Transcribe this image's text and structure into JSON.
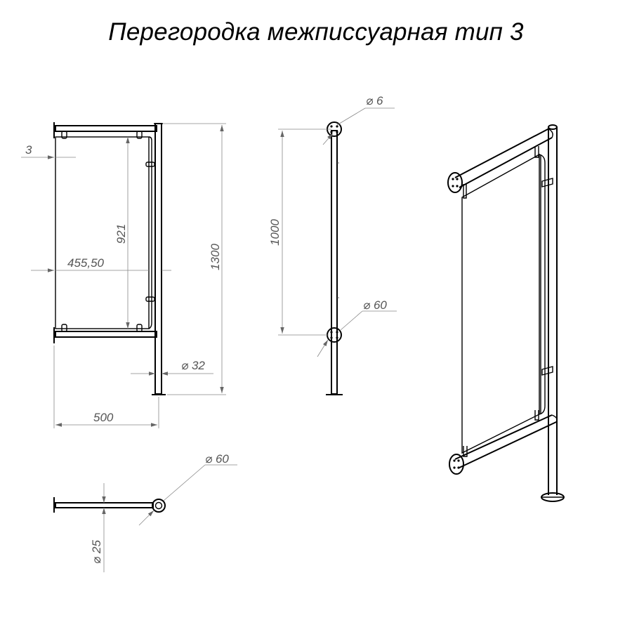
{
  "title": "Перегородка межписсуарная тип 3",
  "dimensions": {
    "thickness": "3",
    "panel_height": "921",
    "half_width": "455,50",
    "total_height": "1300",
    "post_diameter": "⌀ 32",
    "total_width": "500",
    "mount_spacing": "1000",
    "bolt_diameter": "⌀ 6",
    "flange_diameter_side": "⌀ 60",
    "flange_diameter_top": "⌀ 60",
    "rail_diameter": "⌀ 25"
  },
  "colors": {
    "line": "#000000",
    "dimension": "#888888",
    "dimension_text": "#555555"
  }
}
